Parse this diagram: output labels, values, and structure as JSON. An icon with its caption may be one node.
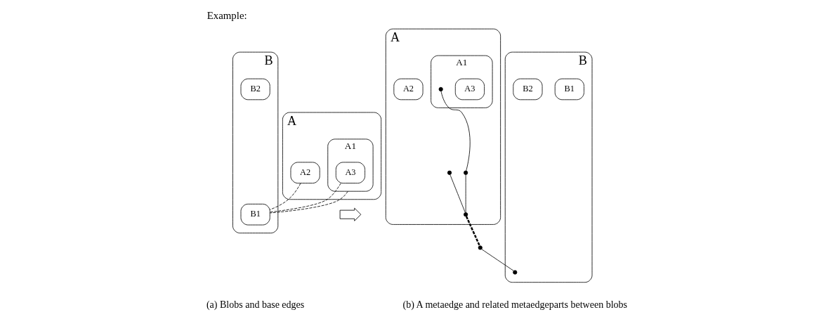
{
  "diagram": {
    "title": "Example:",
    "nodes": [
      {
        "text": [
          "A"
        ]
      },
      {
        "text": [
          "A2"
        ],
        "in": 0
      },
      {
        "text": [
          "A1"
        ],
        "in": 0
      },
      {
        "text": [
          "A3"
        ],
        "in": 2
      },
      {
        "text": [
          "B"
        ]
      },
      {
        "text": [
          "B1"
        ],
        "in": 4
      },
      {
        "text": [
          "B2"
        ],
        "in": 4
      },
      {
        "text": [
          "A"
        ]
      },
      {
        "text": [
          "A2"
        ],
        "in": 7
      },
      {
        "text": [
          "A1"
        ],
        "in": 7
      },
      {
        "text": [
          "A3"
        ],
        "in": 9
      },
      {
        "text": [],
        "shape": "circle",
        "in": 7
      },
      {
        "text": [],
        "shape": "circle",
        "in": 9
      },
      {
        "text": [],
        "shape": "circle",
        "in": 7
      },
      {
        "text": [],
        "shape": "circle",
        "in": 7
      },
      {
        "text": [],
        "shape": "circle"
      },
      {
        "text": [
          "B"
        ]
      },
      {
        "text": [
          "B1"
        ],
        "in": 16
      },
      {
        "text": [
          "B2"
        ],
        "in": 16
      },
      {
        "text": [],
        "shape": "circle",
        "in": 16
      },
      {
        "text": [],
        "shape": "arrow"
      }
    ],
    "edges": [
      {
        "from": 1,
        "to": 5,
        "arrow": "none",
        "style": "dashed"
      },
      {
        "from": 3,
        "to": 5,
        "arrow": "none",
        "style": "dashed"
      },
      {
        "from": 2,
        "to": 5,
        "arrow": "none",
        "style": "dashed"
      },
      {
        "from": 12,
        "to": 13,
        "arrow": "none"
      },
      {
        "from": 13,
        "to": 14,
        "arrow": "none"
      },
      {
        "from": 11,
        "to": 14,
        "arrow": "none"
      },
      {
        "from": 14,
        "to": 15,
        "arrow": "none",
        "style": "dashed"
      },
      {
        "from": 15,
        "to": 19,
        "arrow": "none"
      }
    ],
    "labels": [
      "(a) Blobs and base edges",
      "(b) A metaedge and related metaedgeparts between blobs"
    ]
  }
}
